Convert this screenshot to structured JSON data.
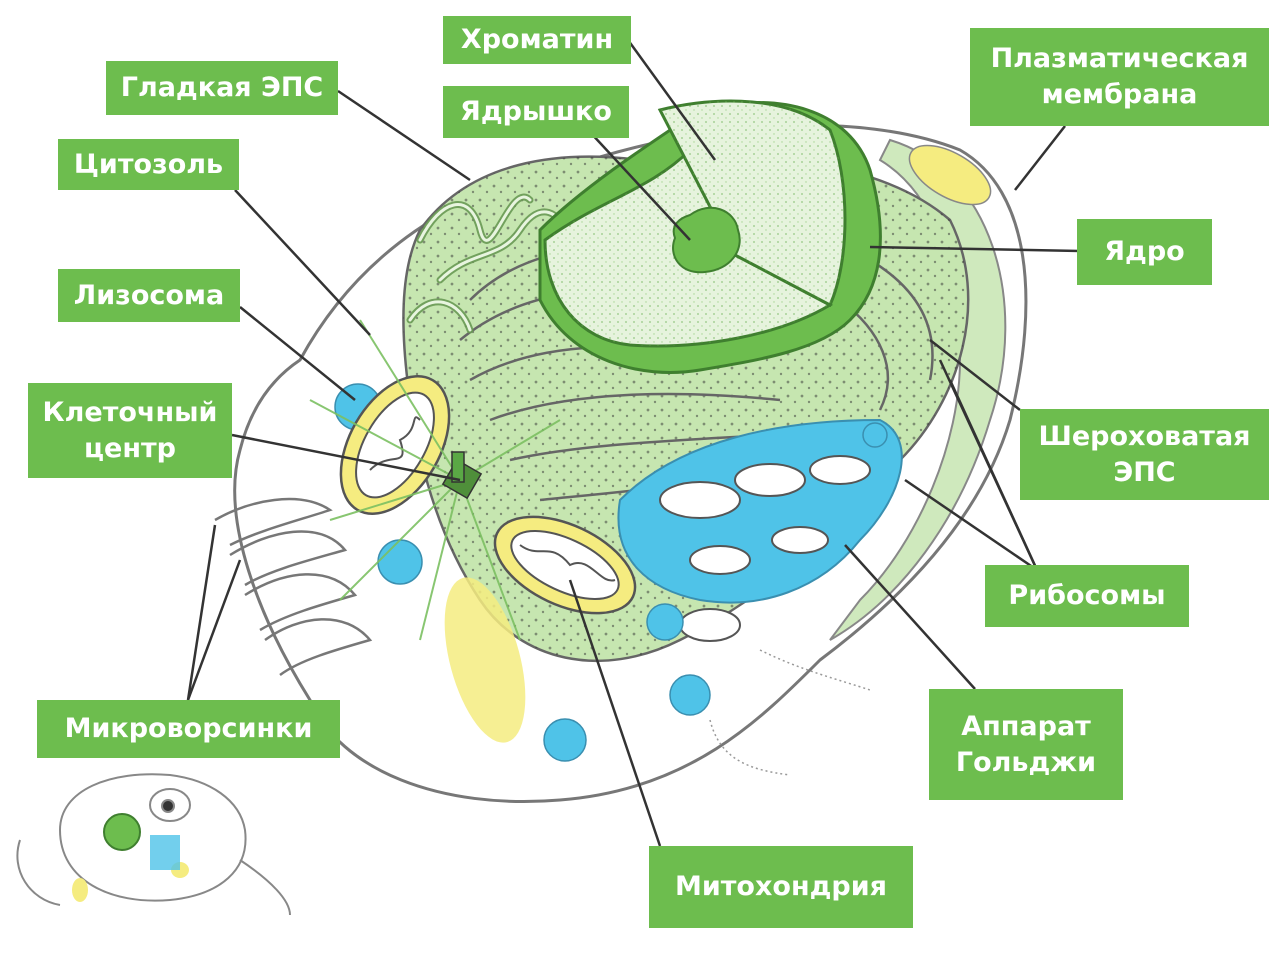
{
  "labels": {
    "chromatin": "Хроматин",
    "nucleolus": "Ядрышко",
    "plasma_membrane_line1": "Плазматическая",
    "plasma_membrane_line2": "мембрана",
    "smooth_er": "Гладкая ЭПС",
    "cytosol": "Цитозоль",
    "nucleus": "Ядро",
    "lysosome": "Лизосома",
    "cell_center_line1": "Клеточный",
    "cell_center_line2": "центр",
    "rough_er_line1": "Шероховатая",
    "rough_er_line2": "ЭПС",
    "ribosomes": "Рибосомы",
    "microvilli": "Микроворсинки",
    "golgi_line1": "Аппарат",
    "golgi_line2": "Гольджи",
    "mitochondria": "Митохондрия"
  },
  "colors": {
    "label_bg": "#6dbd4e",
    "label_text": "#ffffff",
    "nucleus": "#6dbd4e",
    "er_light": "#c6e6b0",
    "golgi": "#4fc3e8",
    "mitochondria": "#f5ec80",
    "outline": "#555555"
  }
}
